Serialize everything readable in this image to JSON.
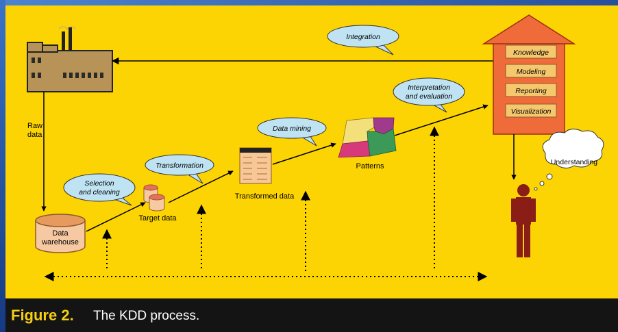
{
  "figure": {
    "label": "Figure 2.",
    "caption": "The KDD process."
  },
  "diagram": {
    "raw_data_label": [
      "Raw",
      "data"
    ],
    "warehouse_label": [
      "Data",
      "warehouse"
    ],
    "target_data_label": "Target data",
    "transformed_data_label": "Transformed data",
    "patterns_label": "Patterns",
    "bubbles": {
      "selection": [
        "Selection",
        "and cleaning"
      ],
      "transformation": "Transformation",
      "data_mining": "Data mining",
      "interpretation": [
        "Interpretation",
        "and evaluation"
      ],
      "integration": "Integration"
    },
    "knowledge_layers": [
      "Knowledge",
      "Modeling",
      "Reporting",
      "Visualization"
    ],
    "thought": "Understanding"
  },
  "colors": {
    "background": "#fcd303",
    "bubble": "#bfe3f3",
    "house": "#ef6b3a",
    "person": "#8a1e16",
    "caption_bar": "#141414",
    "caption_label": "#f7cf10"
  }
}
